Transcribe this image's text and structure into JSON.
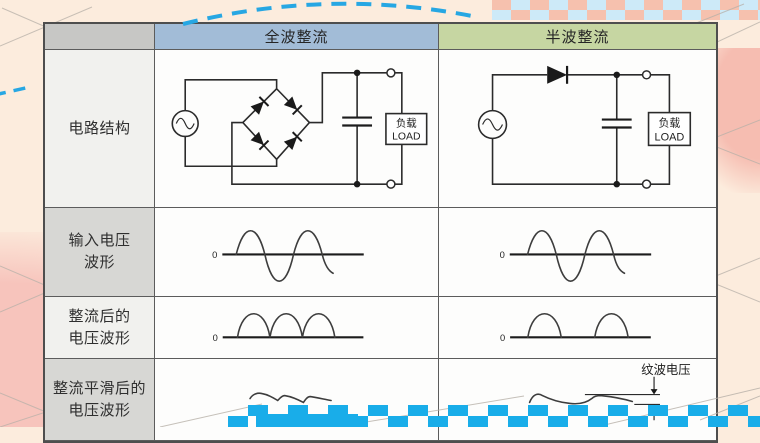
{
  "slide": {
    "table": {
      "header_corner": "",
      "col_fullwave": "全波整流",
      "col_halfwave": "半波整流",
      "row_circuit": "电路结构",
      "row_input": "输入电压\n波形",
      "row_rectified": "整流后的\n电压波形",
      "row_smoothed": "整流平滑后的\n电压波形"
    },
    "circuit": {
      "load_cn": "负载",
      "load_en": "LOAD"
    },
    "waveform": {
      "zero": "0",
      "ripple_label": "纹波电压"
    },
    "colors": {
      "header_fullwave_bg": "#a2bcd7",
      "header_halfwave_bg": "#c6d6a2",
      "header_corner_bg": "#c7c7c5",
      "row_label_light_bg": "#f1f1ee",
      "row_label_gray_bg": "#d7d7d4",
      "table_border": "#4e4e4e",
      "background_peach": "#fcecdd",
      "accent_pink": "#f7c4bc",
      "checker_cyan": "#19ade9",
      "checker_blue_light": "#cdeaf8",
      "checker_salmon": "#f6c1ae",
      "dashed_arc_blue": "#27a7e3",
      "line_gray": "#b7b0a8"
    }
  }
}
